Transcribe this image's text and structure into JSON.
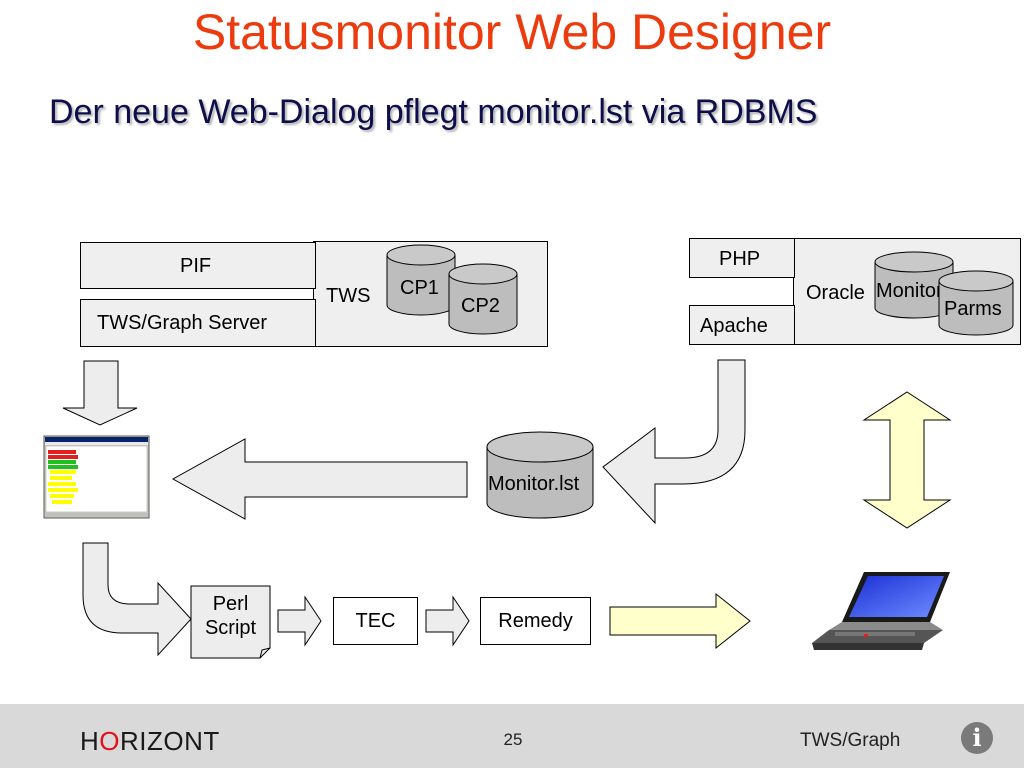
{
  "title": "Statusmonitor Web Designer",
  "subtitle": "Der neue Web-Dialog pflegt monitor.lst via RDBMS",
  "tws_block": {
    "pif": "PIF",
    "graph_server": "TWS/Graph Server",
    "tws": "TWS",
    "cp1": "CP1",
    "cp2": "CP2"
  },
  "oracle_block": {
    "php": "PHP",
    "apache": "Apache",
    "oracle": "Oracle",
    "monitor": "Monitor",
    "parms": "Parms"
  },
  "monitor_lst": "Monitor.lst",
  "flow": {
    "perl_line1": "Perl",
    "perl_line2": "Script",
    "tec": "TEC",
    "remedy": "Remedy"
  },
  "footer": {
    "brand_h": "H",
    "brand_o": "O",
    "brand_rest": "RIZONT",
    "page": "25",
    "product": "TWS/Graph",
    "info_icon": "info-icon"
  }
}
